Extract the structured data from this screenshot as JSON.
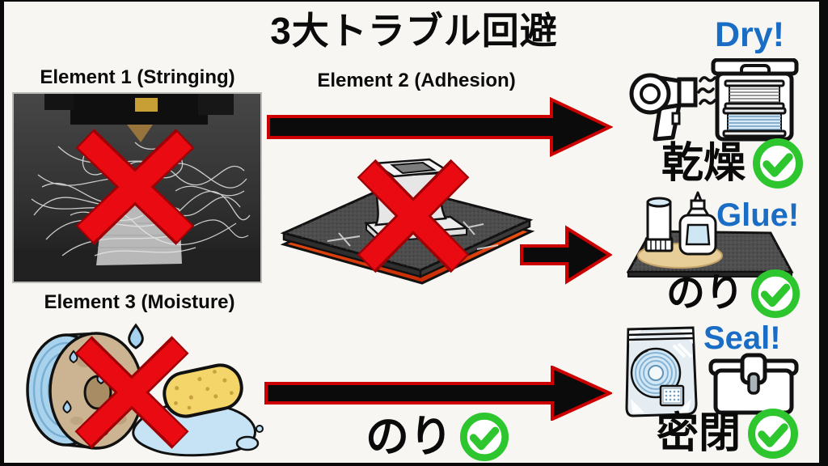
{
  "title": "3大トラブル回避",
  "problems": [
    {
      "id": "stringing",
      "label": "Element 1 (Stringing)"
    },
    {
      "id": "adhesion",
      "label": "Element 2 (Adhesion)"
    },
    {
      "id": "moisture",
      "label": "Element 3 (Moisture)"
    }
  ],
  "solutions": [
    {
      "tag": "Dry!",
      "caption": "乾燥",
      "icon_names": [
        "hair-dryer-icon",
        "dry-box-icon"
      ]
    },
    {
      "tag": "Glue!",
      "caption": "のり",
      "icon_names": [
        "glue-stick-icon",
        "glue-bottle-icon",
        "print-bed-icon"
      ]
    },
    {
      "tag": "Seal!",
      "caption": "密閉",
      "icon_names": [
        "vacuum-bag-icon",
        "storage-box-icon"
      ]
    }
  ],
  "bottom_caption": "のり",
  "icon_names": {
    "cross": "red-x-icon",
    "check": "green-check-icon",
    "arrow": "arrow-right-icon"
  },
  "colors": {
    "background": "#f7f6f2",
    "accent_blue": "#1a6dc4",
    "check_green": "#2ec62e",
    "cross_red": "#e60812",
    "cross_red_dark": "#9e0005",
    "arrow_fill": "#0b0b0b",
    "arrow_outline_red": "#cc0001",
    "heatbed_orange": "#ff6b1d"
  }
}
